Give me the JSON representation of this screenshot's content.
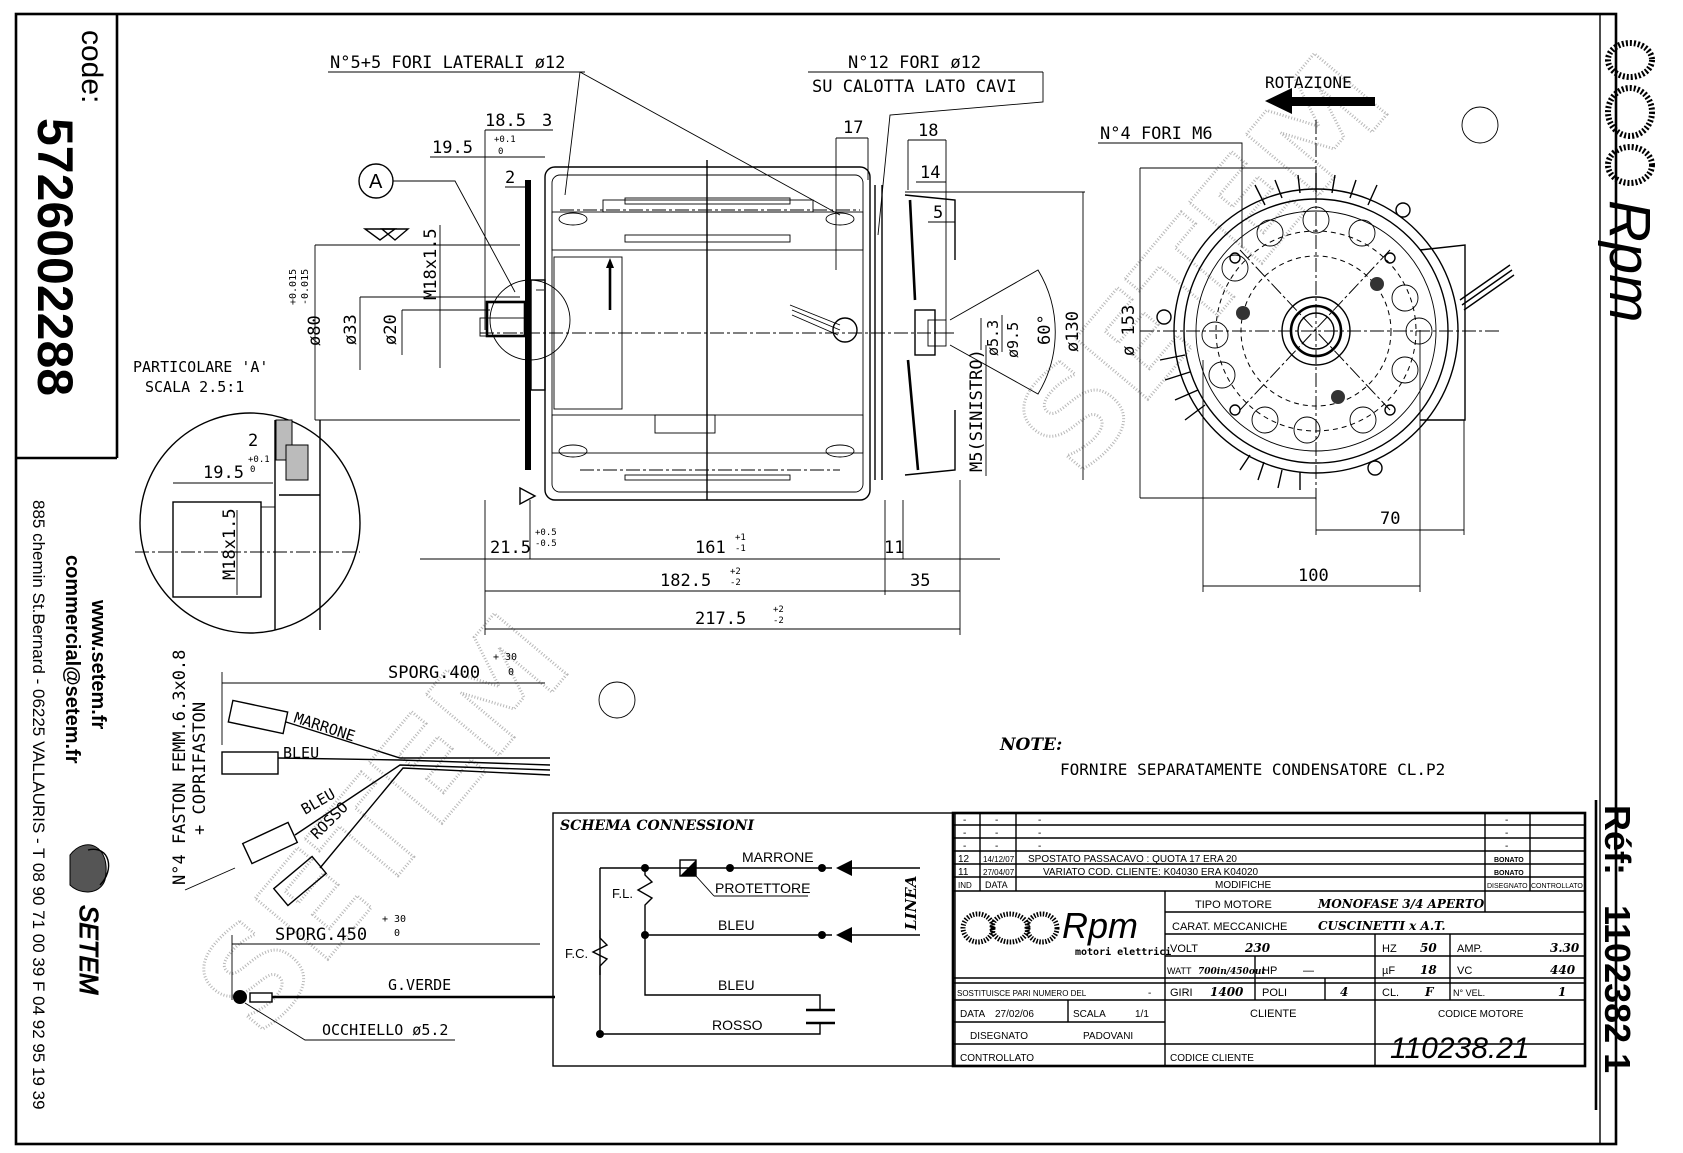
{
  "sidebar_left": {
    "code_label": "code:",
    "code_value": "5726002288",
    "website": "www.setem.fr",
    "email": "commercial@setem.fr",
    "address": "885 chemin St.Bernard  -  06225 VALLAURIS  -  T 08 90 71 00 39   F 04 92 95 19 39",
    "brand": "SETEM"
  },
  "sidebar_right": {
    "brand": "Rpm",
    "ref_label": "Réf:",
    "ref_value": "1102382 1"
  },
  "watermark": "SETEM",
  "side_view": {
    "holes_lateral": "N°5+5 FORI LATERALI ø12",
    "holes_cap_line1": "N°12 FORI ø12",
    "holes_cap_line2": "SU CALOTTA LATO CAVI",
    "detail_callout": "A",
    "dims": {
      "d18_5": "18.5",
      "d3": "3",
      "d19_5": "19.5",
      "tol_19_5_plus": "+0.1",
      "tol_19_5_minus": "0",
      "d2": "2",
      "m18": "M18x1.5",
      "phi80": "ø80",
      "tol_80_plus": "+0.015",
      "tol_80_minus": "-0.015",
      "phi33": "ø33",
      "phi20": "ø20",
      "d17": "17",
      "d18": "18",
      "d14": "14",
      "d5": "5",
      "phi5_3": "ø5.3",
      "phi9_5": "ø9.5",
      "angle60": "60°",
      "phi130": "ø130",
      "m5": "M5(SINISTRO)",
      "d21_5": "21.5",
      "tol_21_5_plus": "+0.5",
      "tol_21_5_minus": "-0.5",
      "d161": "161",
      "tol_161_plus": "+1",
      "tol_161_minus": "-1",
      "d11": "11",
      "d182_5": "182.5",
      "tol_182_plus": "+2",
      "tol_182_minus": "-2",
      "d35": "35",
      "d217_5": "217.5",
      "tol_217_plus": "+2",
      "tol_217_minus": "-2"
    }
  },
  "detail_a": {
    "title": "PARTICOLARE 'A'",
    "scale": "SCALA 2.5:1",
    "d2": "2",
    "d19_5": "19.5",
    "tol_plus": "+0.1",
    "tol_minus": "0",
    "m18": "M18x1.5"
  },
  "end_view": {
    "rotation": "ROTAZIONE",
    "holes": "N°4 FORI M6",
    "phi153": "ø 153",
    "d70": "70",
    "d100": "100"
  },
  "cables": {
    "faston_line1": "N°4 FASTON FEMM.6.3x0.8",
    "faston_line2": "+ COPRIFASTON",
    "sporg400": "SPORG.400",
    "sporg400_tol_plus": "+ 30",
    "sporg400_tol_minus": "0",
    "wires": [
      "MARRONE",
      "BLEU",
      "BLEU",
      "ROSSO"
    ],
    "sporg450": "SPORG.450",
    "sporg450_tol_plus": "+ 30",
    "sporg450_tol_minus": "0",
    "ground": "G.VERDE",
    "eyelet": "OCCHIELLO ø5.2"
  },
  "note": {
    "label": "NOTE:",
    "text": "FORNIRE SEPARATAMENTE CONDENSATORE CL.P2"
  },
  "schema": {
    "title": "SCHEMA CONNESSIONI",
    "marrone": "MARRONE",
    "protettore": "PROTETTORE",
    "bleu1": "BLEU",
    "bleu2": "BLEU",
    "rosso": "ROSSO",
    "fl": "F.L.",
    "fc": "F.C.",
    "linea": "LINEA"
  },
  "revisions": {
    "rows": [
      {
        "ind": "-",
        "data": "-",
        "mod": "-",
        "dis": "-",
        "con": ""
      },
      {
        "ind": "-",
        "data": "-",
        "mod": "-",
        "dis": "-",
        "con": ""
      },
      {
        "ind": "-",
        "data": "-",
        "mod": "-",
        "dis": "-",
        "con": ""
      },
      {
        "ind": "12",
        "data": "14/12/07",
        "mod": "SPOSTATO PASSACAVO : QUOTA 17 ERA 20",
        "dis": "BONATO",
        "con": ""
      },
      {
        "ind": "11",
        "data": "27/04/07",
        "mod": "VARIATO COD. CLIENTE: K04030 ERA K04020",
        "dis": "BONATO",
        "con": ""
      }
    ],
    "header": {
      "ind": "IND",
      "data": "DATA",
      "mod": "MODIFICHE",
      "dis": "DISEGNATO",
      "con": "CONTROLLATO"
    }
  },
  "title_block": {
    "logo_text": "Rpm",
    "logo_sub": "motori elettrici",
    "tipo_motore_label": "TIPO MOTORE",
    "tipo_motore": "MONOFASE 3/4 APERTO",
    "carat_label": "CARAT. MECCANICHE",
    "carat": "CUSCINETTI x A.T.",
    "volt_label": "VOLT",
    "volt": "230",
    "hz_label": "HZ",
    "hz": "50",
    "amp_label": "AMP.",
    "amp": "3.30",
    "watt_label": "WATT",
    "watt": "700in/450out",
    "hp_label": "HP",
    "hp": "—",
    "uf_label": "µF",
    "uf": "18",
    "vc_label": "VC",
    "vc": "440",
    "sostituisce_label": "SOSTITUISCE PARI NUMERO DEL",
    "sostituisce": "-",
    "giri_label": "GIRI",
    "giri": "1400",
    "poli_label": "POLI",
    "poli": "4",
    "cl_label": "CL.",
    "cl": "F",
    "nvel_label": "N° VEL.",
    "nvel": "1",
    "data_label": "DATA",
    "data": "27/02/06",
    "scala_label": "SCALA",
    "scala": "1/1",
    "cliente_label": "CLIENTE",
    "codice_motore_label": "CODICE MOTORE",
    "codice_motore": "110238.21",
    "disegnato_label": "DISEGNATO",
    "disegnato": "PADOVANI",
    "controllato_label": "CONTROLLATO",
    "codice_cliente_label": "CODICE CLIENTE"
  }
}
